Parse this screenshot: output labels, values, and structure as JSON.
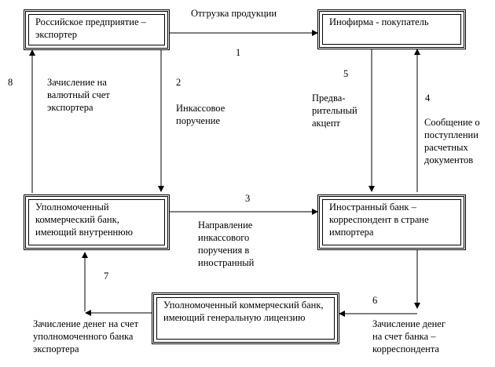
{
  "boxes": {
    "exporter": "Российское предприятие – экспортер",
    "buyer": "Инофирма - покупатель",
    "auth_bank_internal": "Уполномоченный коммерческий банк, имеющий внутреннюю лицензию",
    "foreign_bank": "Иностранный банк – корреспондент в стране импортера",
    "auth_bank_general": "Уполномоченный коммерческий банк, имеющий генеральную лицензию"
  },
  "steps": {
    "s1": {
      "num": "1",
      "label": "Отгрузка продукции"
    },
    "s2": {
      "num": "2",
      "label": "Инкассовое поручение"
    },
    "s3": {
      "num": "3",
      "label": "Направление инкассового поручения в иностранный"
    },
    "s4": {
      "num": "4",
      "label": "Сообщение о поступлении расчетных документов"
    },
    "s5": {
      "num": "5",
      "label": "Предва-рительный акцепт"
    },
    "s6": {
      "num": "6",
      "label": "Зачисление денег на счет банка – корреспондента"
    },
    "s7": {
      "num": "7",
      "label": "Зачисление денег на счет уполномоченного банка экспортера"
    },
    "s8": {
      "num": "8",
      "label": "Зачисление на валютный счет экспортера"
    }
  }
}
